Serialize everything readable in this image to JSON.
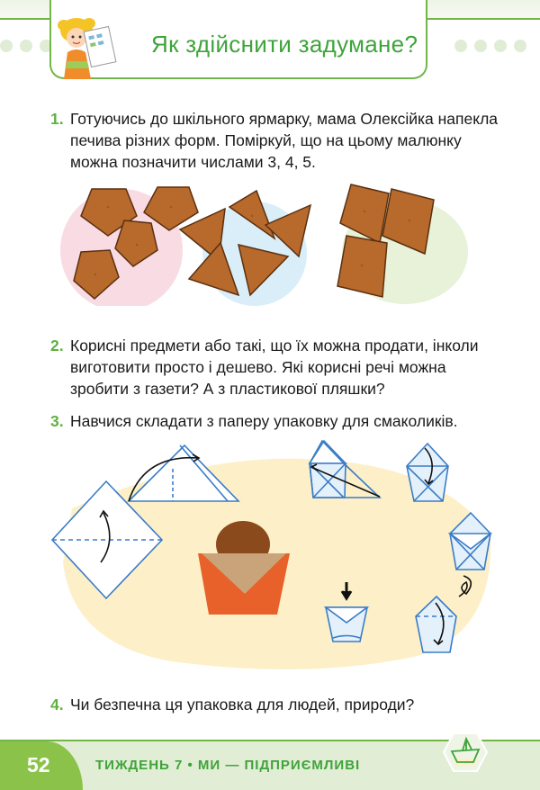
{
  "header": {
    "title": "Як здійснити задумане?",
    "icons": [
      "girl-with-drawing-illustration"
    ],
    "colors": {
      "accent": "#72b648",
      "title": "#3ea43a",
      "dots": "#e1ecd5"
    }
  },
  "tasks": [
    {
      "number": "1.",
      "text": "Готуючись до шкільного ярмарку, мама Олексійка напекла печива різних форм. Поміркуй, що на цьому малюнку можна позначити числами 3, 4, 5."
    },
    {
      "number": "2.",
      "text": "Корисні предмети або такі, що їх можна продати, інколи виготовити просто і дешево. Які корисні речі можна зробити з газети? А з пластикової пляшки?"
    },
    {
      "number": "3.",
      "text": "Навчися складати з паперу упаковку для смаколиків."
    },
    {
      "number": "4.",
      "text": "Чи безпечна ця упаковка для людей, природи?"
    }
  ],
  "cookies_illustration": {
    "groups": [
      {
        "shape": "pentagon",
        "count": 4,
        "background": "#f9dbe3"
      },
      {
        "shape": "triangle",
        "count": 5,
        "background": "#d9eef8"
      },
      {
        "shape": "square",
        "count": 3,
        "background": "#e8f2d8"
      }
    ],
    "cookie_color": "#b8692c"
  },
  "origami_illustration": {
    "steps": 7,
    "background": "#fdf0c8",
    "line_color": "#3a7cc8",
    "fill_color": "#e4f1fb"
  },
  "footer": {
    "page_number": "52",
    "text": "тиждень 7 • МИ — ПІДПРИЄМЛИВІ",
    "icons": [
      "paper-boat-icon"
    ],
    "colors": {
      "band": "#e1edd5",
      "number_bg": "#8bc34a",
      "text": "#3ea43a"
    }
  }
}
